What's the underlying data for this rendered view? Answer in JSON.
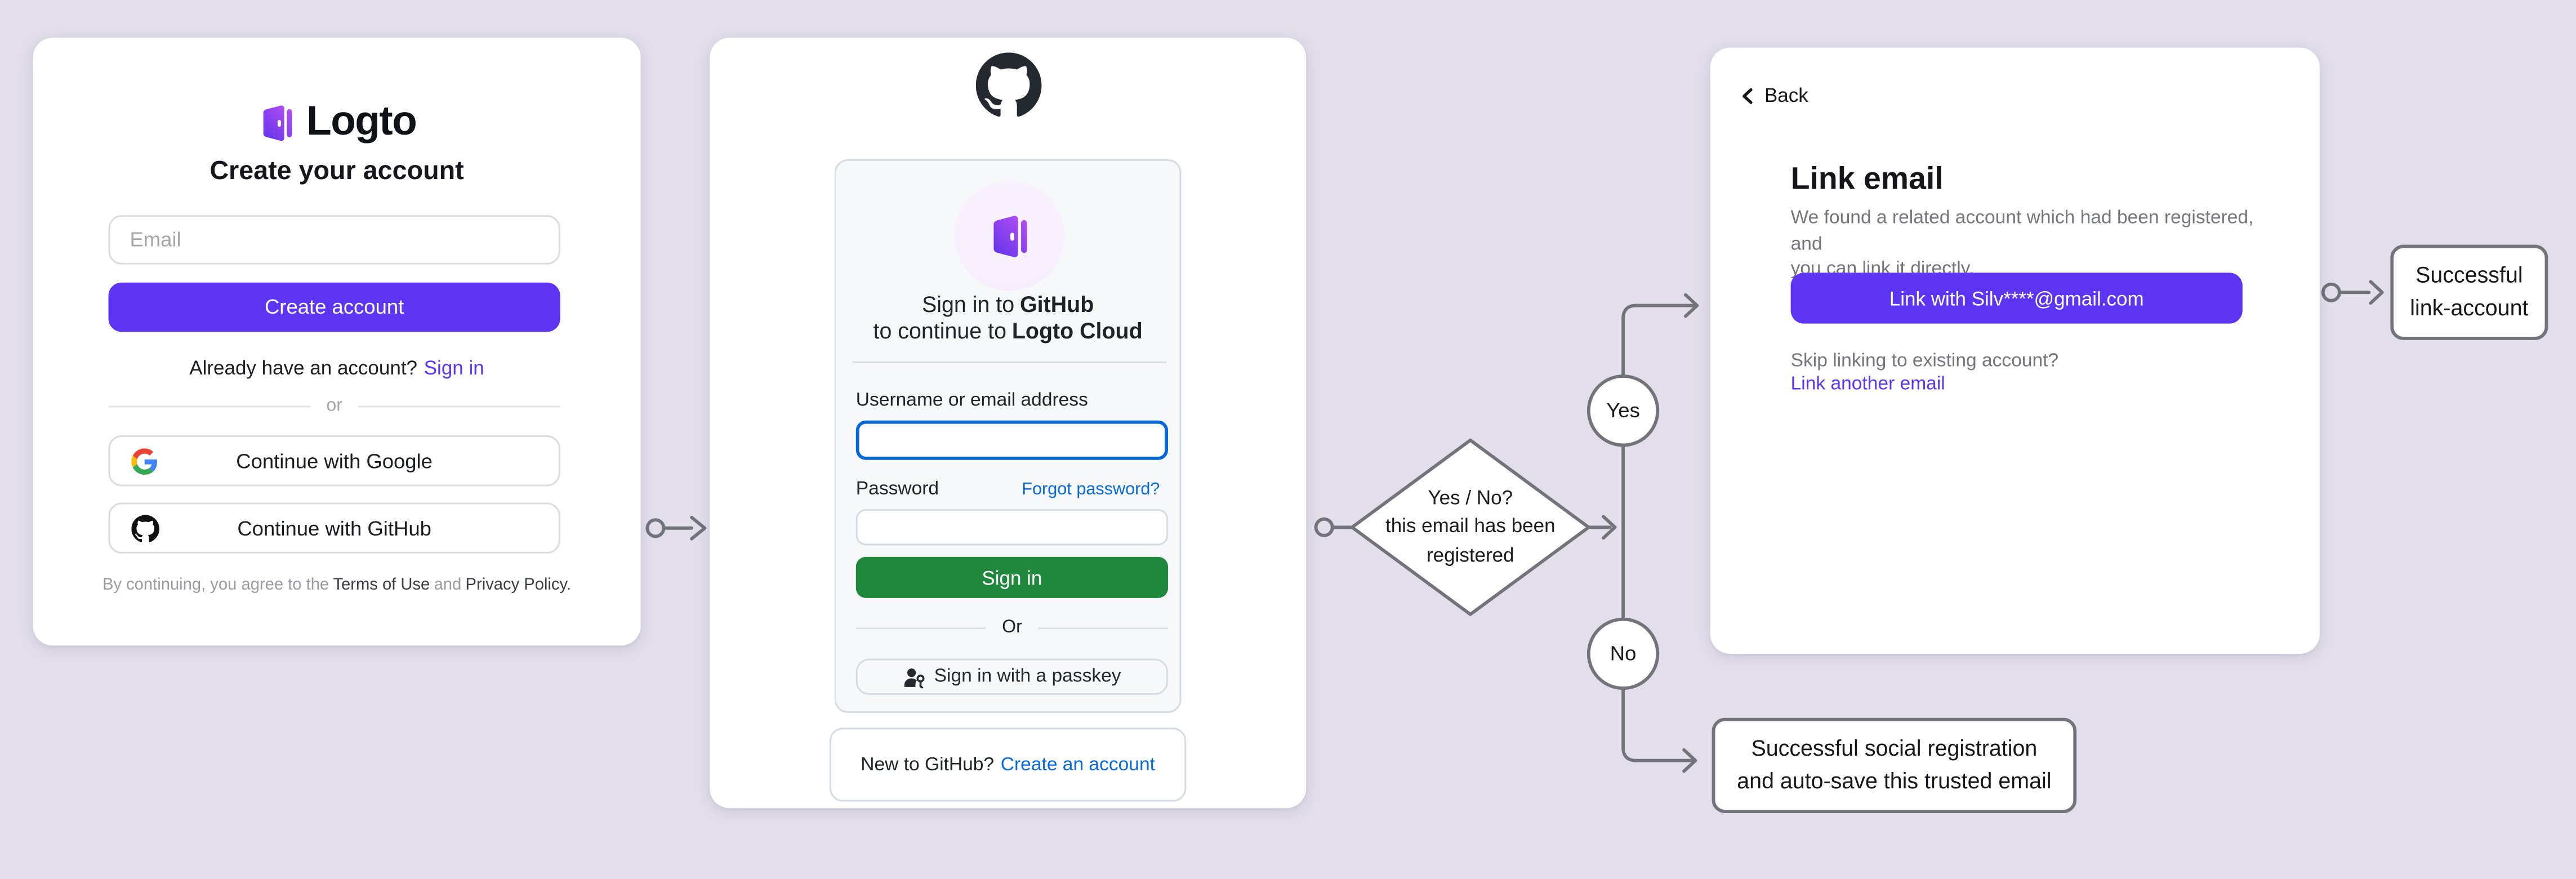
{
  "colors": {
    "background": "#e2dfeb",
    "accent_purple": "#5d34f2",
    "github_green": "#1f883d",
    "link_blue": "#0969da",
    "line_gray": "#73737b"
  },
  "signup": {
    "logo_text": "Logto",
    "title": "Create your account",
    "email_placeholder": "Email",
    "create_button": "Create account",
    "have_account": "Already have an account?",
    "sign_in": "Sign in",
    "divider": "or",
    "google_label": "Continue with Google",
    "github_label": "Continue with GitHub",
    "terms_prefix": "By continuing, you agree to the",
    "terms_of_use": "Terms of Use",
    "terms_and": "and",
    "privacy_policy": "Privacy Policy."
  },
  "github": {
    "heading1_prefix": "Sign in to",
    "heading1_bold": "GitHub",
    "heading2_prefix": "to continue to",
    "heading2_bold": "Logto Cloud",
    "username_label": "Username or email address",
    "password_label": "Password",
    "forgot_password": "Forgot password?",
    "sign_in_button": "Sign in",
    "divider": "Or",
    "passkey_label": "Sign in with a passkey",
    "new_prompt": "New to GitHub?",
    "create_link": "Create an account"
  },
  "link_email": {
    "back_label": "Back",
    "title": "Link email",
    "description_line1": "We found a related account which had been registered, and",
    "description_line2": "you can link it directly.",
    "button_label": "Link with Silv****@gmail.com",
    "skip_text": "Skip linking to existing account?",
    "link_another": "Link another email"
  },
  "flow": {
    "decision_line1": "Yes / No?",
    "decision_line2": "this email has been",
    "decision_line3": "registered",
    "yes_label": "Yes",
    "no_label": "No",
    "outcome_link_line1": "Successful",
    "outcome_link_line2": "link-account",
    "outcome_social_line1": "Successful social registration",
    "outcome_social_line2": "and auto-save this trusted email"
  }
}
